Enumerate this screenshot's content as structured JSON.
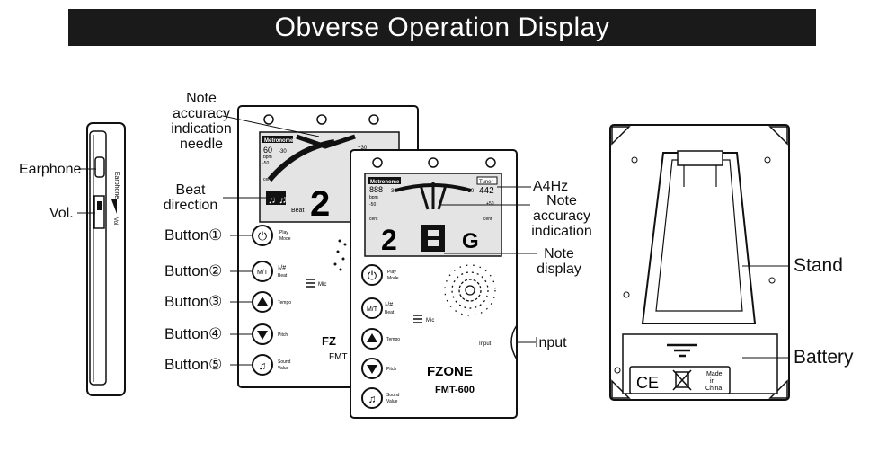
{
  "header": {
    "title": "Obverse Operation Display"
  },
  "labels": {
    "needle": [
      "Note",
      "accuracy",
      "indication",
      "needle"
    ],
    "beat": [
      "Beat",
      "direction"
    ],
    "earphone": "Earphone",
    "vol": "Vol.",
    "buttons": [
      "Button①",
      "Button②",
      "Button③",
      "Button④",
      "Button⑤"
    ],
    "a4hz": "A4Hz",
    "note_accuracy": [
      "Note",
      "accuracy",
      "indication"
    ],
    "note_display": [
      "Note",
      "display"
    ],
    "input": "Input",
    "stand": "Stand",
    "battery": "Battery"
  },
  "side": {
    "earphone_text": "Earphone",
    "vol_text": "Vol."
  },
  "back_device": {
    "ce": "CE",
    "made_in": [
      "Made",
      "in",
      "China"
    ]
  },
  "front_device": {
    "brand": "FZONE",
    "model": "FMT-600",
    "mode_tag": "Metronome",
    "tuner_tag": "Tuner",
    "lcd_left_num": "888",
    "lcd_hz": "442",
    "lcd_bpm_unit": "bpm",
    "lcd_cent": "cent",
    "scale_m30": "-30",
    "scale_p30": "+30",
    "scale_m50": "-50",
    "scale_p50": "+50",
    "note_big": "2",
    "note_letter": "G",
    "mic": "Mic",
    "input": "Input",
    "btn_labels": {
      "play": [
        "Play",
        "Mode"
      ],
      "beat": [
        "♭/#",
        "Beat"
      ],
      "tempo": "Tempo",
      "pitch": "Pitch",
      "sound": [
        "Sound",
        "Value"
      ]
    },
    "mt": "M/T"
  },
  "rear_device": {
    "mode_tag": "Metronome",
    "bpm": "60",
    "scale_m30": "-30",
    "scale_p30": "+30",
    "scale_m50": "-50",
    "lcd_bpm_unit": "bpm",
    "lcd_cent": "cent",
    "beat_word": "Beat",
    "big_digit": "2",
    "brand_partial": "FZ",
    "model_partial": "FMT",
    "mic": "Mic",
    "btn_labels": {
      "play": [
        "Play",
        "Mode"
      ],
      "beat": [
        "♭/#",
        "Beat"
      ],
      "tempo": "Tempo",
      "pitch": "Pitch",
      "sound": [
        "Sound",
        "Value"
      ]
    },
    "mt": "M/T"
  }
}
